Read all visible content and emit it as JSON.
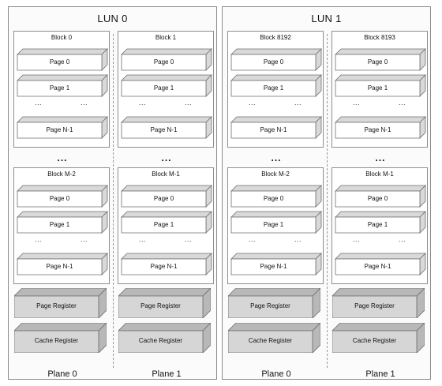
{
  "luns": [
    {
      "title": "LUN 0",
      "planes": [
        {
          "title": "Plane 0",
          "blocks": [
            {
              "title": "Block 0",
              "pages": [
                "Page 0",
                "Page 1",
                "Page N-1"
              ],
              "ellipsis": [
                "...",
                "..."
              ]
            },
            {
              "title": "Block M-2",
              "pages": [
                "Page 0",
                "Page 1",
                "Page N-1"
              ],
              "ellipsis": [
                "...",
                "..."
              ]
            }
          ],
          "between_blocks": "...",
          "registers": [
            "Page Register",
            "Cache Register"
          ]
        },
        {
          "title": "Plane 1",
          "blocks": [
            {
              "title": "Block 1",
              "pages": [
                "Page 0",
                "Page 1",
                "Page N-1"
              ],
              "ellipsis": [
                "...",
                "..."
              ]
            },
            {
              "title": "Block M-1",
              "pages": [
                "Page 0",
                "Page 1",
                "Page N-1"
              ],
              "ellipsis": [
                "...",
                "..."
              ]
            }
          ],
          "between_blocks": "...",
          "registers": [
            "Page Register",
            "Cache Register"
          ]
        }
      ]
    },
    {
      "title": "LUN 1",
      "planes": [
        {
          "title": "Plane 0",
          "blocks": [
            {
              "title": "Block 8192",
              "pages": [
                "Page 0",
                "Page 1",
                "Page N-1"
              ],
              "ellipsis": [
                "...",
                "..."
              ]
            },
            {
              "title": "Block M-2",
              "pages": [
                "Page 0",
                "Page 1",
                "Page N-1"
              ],
              "ellipsis": [
                "...",
                "..."
              ]
            }
          ],
          "between_blocks": "...",
          "registers": [
            "Page Register",
            "Cache Register"
          ]
        },
        {
          "title": "Plane 1",
          "blocks": [
            {
              "title": "Block 8193",
              "pages": [
                "Page 0",
                "Page 1",
                "Page N-1"
              ],
              "ellipsis": [
                "...",
                "..."
              ]
            },
            {
              "title": "Block M-1",
              "pages": [
                "Page 0",
                "Page 1",
                "Page N-1"
              ],
              "ellipsis": [
                "...",
                "..."
              ]
            }
          ],
          "between_blocks": "...",
          "registers": [
            "Page Register",
            "Cache Register"
          ]
        }
      ]
    }
  ],
  "colors": {
    "page_front": "#ffffff",
    "page_side": "#d9d9d9",
    "register_front": "#d6d6d6",
    "register_side": "#b8b8b8",
    "stroke": "#6f6f6f"
  }
}
